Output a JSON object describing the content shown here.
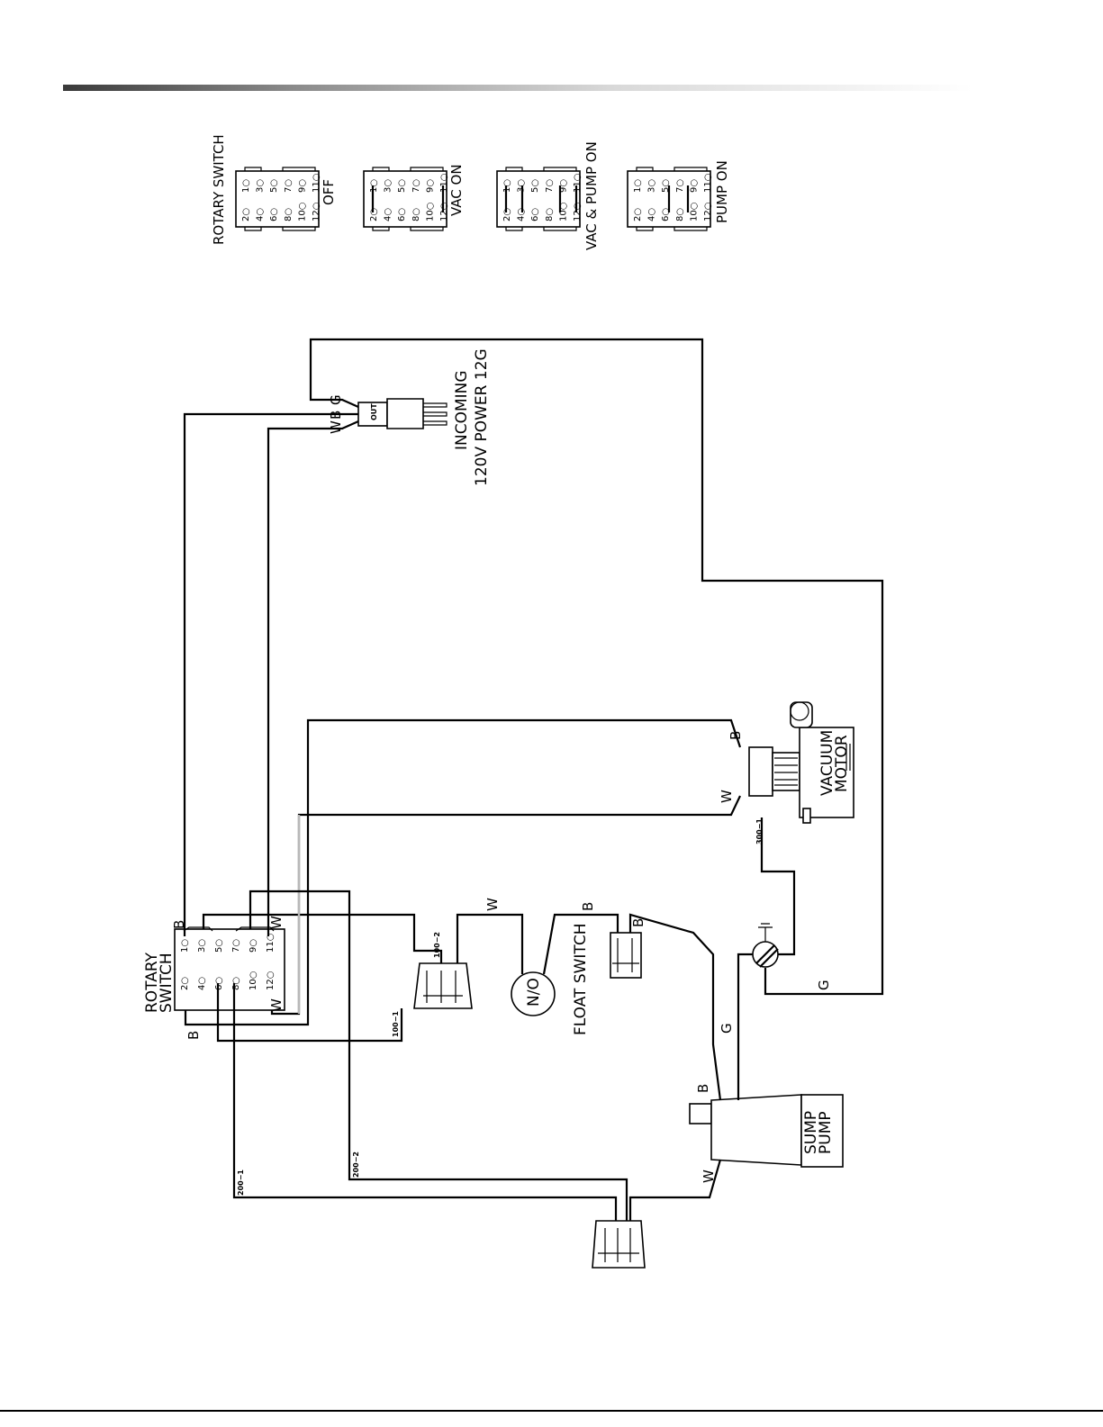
{
  "legend": {
    "title": "ROTARY SWITCH",
    "states": [
      "OFF",
      "VAC ON",
      "VAC & PUMP ON",
      "PUMP ON"
    ],
    "pins_odd": [
      "1",
      "3",
      "5",
      "7",
      "9",
      "11"
    ],
    "pins_even": [
      "2",
      "4",
      "6",
      "8",
      "10",
      "12"
    ]
  },
  "diagram": {
    "rotary_switch_label": [
      "ROTARY",
      "SWITCH"
    ],
    "incoming_power": [
      "INCOMING",
      "120V POWER 12G"
    ],
    "plug_label": "OUT",
    "vacuum_motor": [
      "VACUUM",
      "MOTOR"
    ],
    "float_switch": "FLOAT SWITCH",
    "float_contact": "N/O",
    "sump_pump": [
      "SUMP",
      "PUMP"
    ],
    "wire_labels": {
      "w": "W",
      "b": "B",
      "g": "G",
      "w_100_2": "100−2",
      "w_100_1": "100−1",
      "w_200_1": "200−1",
      "w_200_2": "200−2",
      "w_300_1": "300−1"
    }
  }
}
